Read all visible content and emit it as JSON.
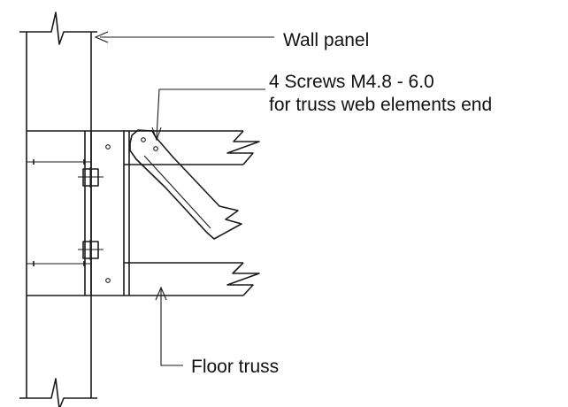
{
  "labels": {
    "wall_panel": "Wall panel",
    "screws_line1": "4 Screws M4.8 - 6.0",
    "screws_line2": "for truss web elements end",
    "floor_truss": "Floor truss"
  },
  "colors": {
    "line": "#1a1a1a",
    "background": "#ffffff"
  }
}
